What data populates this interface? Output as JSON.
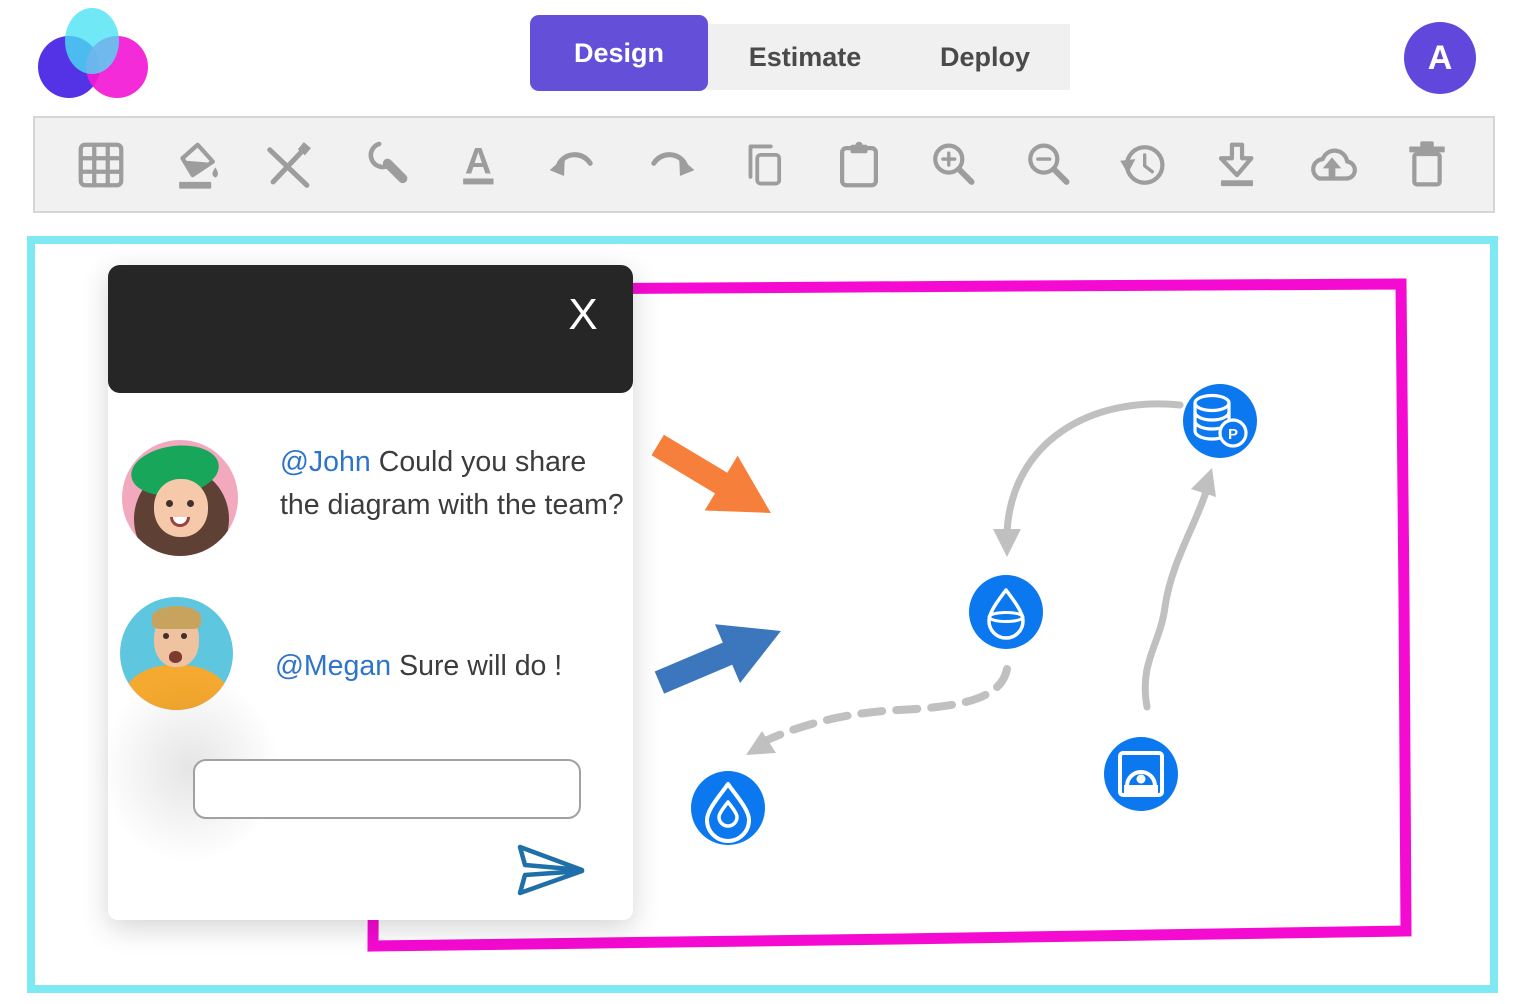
{
  "header": {
    "logo_icon": "overlapping-circles-logo",
    "tabs": [
      {
        "label": "Design",
        "active": true
      },
      {
        "label": "Estimate",
        "active": false
      },
      {
        "label": "Deploy",
        "active": false
      }
    ],
    "avatar_initial": "A"
  },
  "toolbar": {
    "tools": [
      "table-grid",
      "fill-color",
      "design-tools",
      "wrench-settings",
      "text-underline",
      "undo",
      "redo",
      "copy",
      "paste",
      "zoom-in",
      "zoom-out",
      "history",
      "download",
      "cloud-upload",
      "delete"
    ]
  },
  "chat": {
    "close_label": "X",
    "messages": [
      {
        "mention": "@John",
        "text": "Could you share the diagram with the team?",
        "avatar": "woman-green-hat-avatar"
      },
      {
        "mention": "@Megan",
        "text": "Sure will do !",
        "avatar": "man-yellow-shirt-avatar"
      }
    ],
    "input": {
      "value": "",
      "placeholder": ""
    },
    "send_icon": "send-paper-plane"
  },
  "canvas": {
    "border_color": "#7EE8F3",
    "frame_color": "#F50AD2",
    "nodes": [
      {
        "icon": "database-postgres",
        "color": "#0C78F0"
      },
      {
        "icon": "droplet-level",
        "color": "#0C78F0"
      },
      {
        "icon": "droplet",
        "color": "#0C78F0"
      },
      {
        "icon": "camera-snapshot",
        "color": "#0C78F0"
      }
    ],
    "shapes": [
      {
        "name": "orange-arrow",
        "color": "#F6803B"
      },
      {
        "name": "blue-arrow",
        "color": "#3C76BD"
      },
      {
        "name": "pink-frame",
        "color": "#F50AD2"
      }
    ],
    "connectors": [
      {
        "from": "database-postgres",
        "to": "droplet-level",
        "style": "solid"
      },
      {
        "from": "camera-snapshot",
        "to": "database-postgres",
        "style": "solid"
      },
      {
        "from": "droplet-level",
        "to": "droplet",
        "style": "dashed"
      }
    ],
    "connector_color": "#C0C0C0"
  },
  "palette": {
    "accent_purple": "#6450D8",
    "magenta": "#F50AD2",
    "cyan": "#7EE8F3",
    "node_blue": "#0C78F0",
    "mention_blue": "#2E74CB",
    "toolbar_icon_gray": "#9D9D9D",
    "header_dark": "#262626",
    "orange": "#F6803B",
    "steel_blue": "#3C76BD",
    "send_blue": "#1F6FA8"
  }
}
